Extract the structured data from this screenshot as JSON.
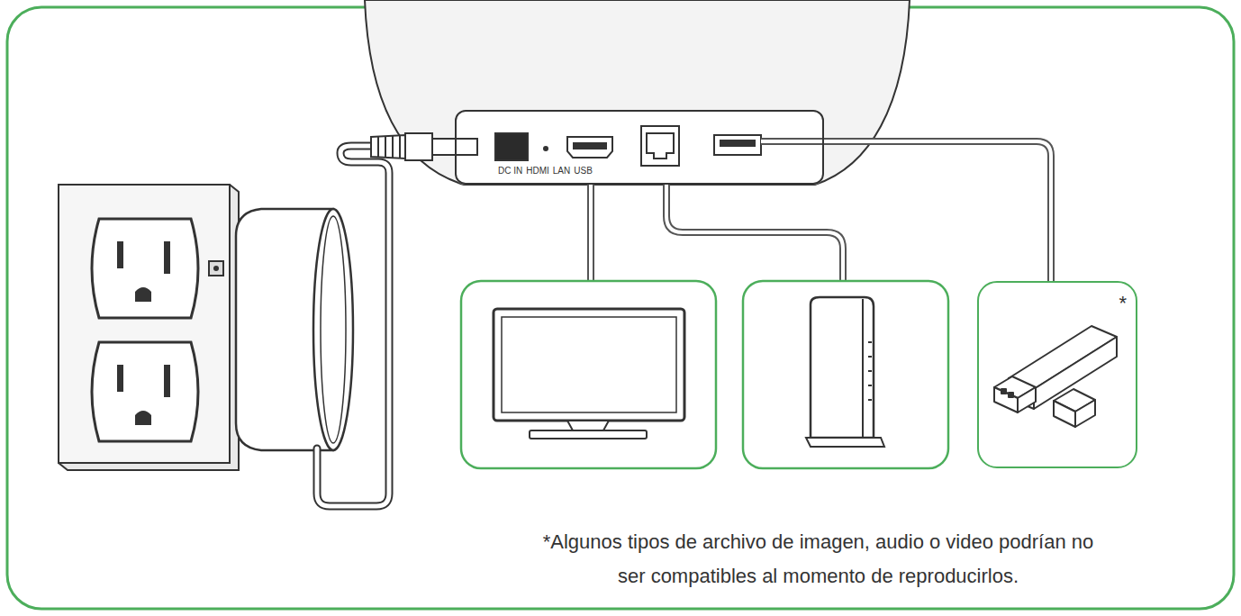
{
  "diagram": {
    "nodes": [
      {
        "text": [
          "DC IN",
          "HDMI",
          "LAN",
          "USB"
        ]
      },
      {
        "text": [
          "*"
        ]
      }
    ],
    "edges": [
      {
        "from": 0,
        "to": 1,
        "arrow": "none"
      }
    ],
    "labels": [
      "*Algunos tipos de archivo de imagen, audio o video podrían no ser compatibles al momento de reproducirlos."
    ]
  }
}
